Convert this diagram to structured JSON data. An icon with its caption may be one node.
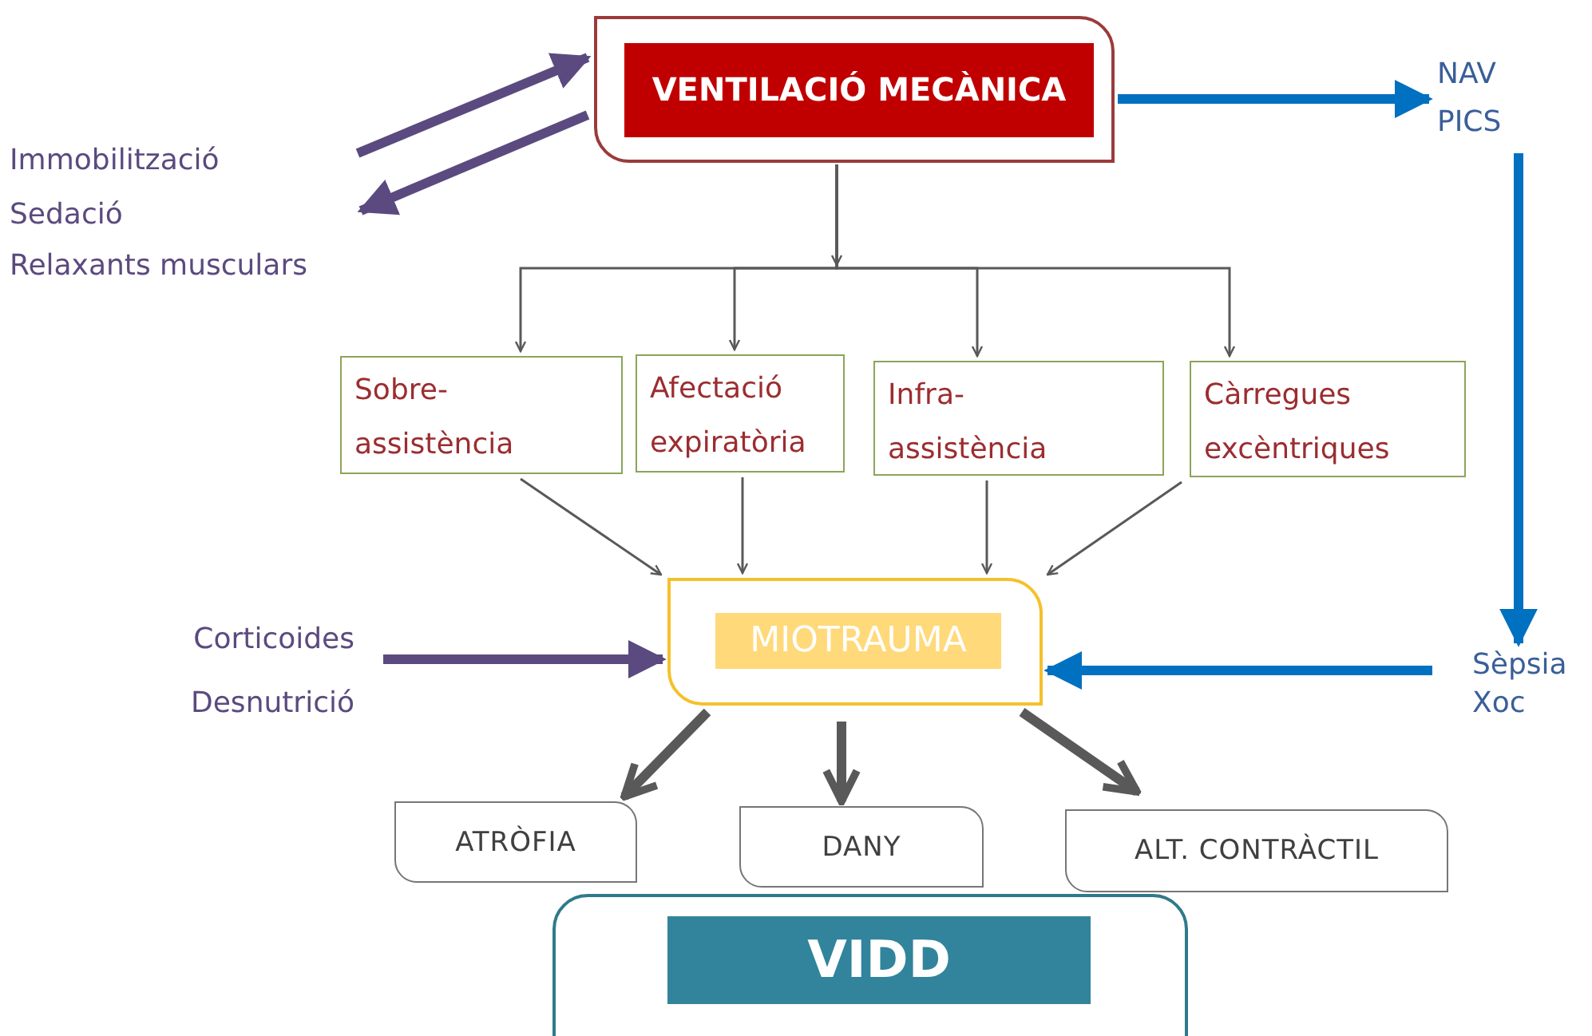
{
  "diagram": {
    "nodes": [
      {
        "text": [
          "VENTILACIÓ MECÀNICA"
        ]
      },
      {
        "text": [
          "Immobilització",
          "Sedació",
          "Relaxants musculars"
        ]
      },
      {
        "text": [
          "NAV",
          "PICS"
        ]
      },
      {
        "text": [
          "Sobre-assistència"
        ]
      },
      {
        "text": [
          "Afectació expiratòria"
        ]
      },
      {
        "text": [
          "Infra-assistència"
        ]
      },
      {
        "text": [
          "Càrregues excèntriques"
        ]
      },
      {
        "text": [
          "MIOTRAUMA"
        ]
      },
      {
        "text": [
          "Corticoides",
          "Desnutrició"
        ]
      },
      {
        "text": [
          "Sèpsia",
          "Xoc"
        ]
      },
      {
        "text": [
          "ATRÒFIA"
        ]
      },
      {
        "text": [
          "DANY"
        ]
      },
      {
        "text": [
          "ALT. CONTRÀCTIL"
        ]
      },
      {
        "text": [
          "VIDD"
        ]
      }
    ],
    "edges": [
      {
        "from": 1,
        "to": 0,
        "arrow": "to",
        "style": "thick",
        "color": "#5b4a7f"
      },
      {
        "from": 0,
        "to": 1,
        "arrow": "to",
        "style": "thick",
        "color": "#5b4a7f"
      },
      {
        "from": 0,
        "to": 2,
        "arrow": "to",
        "style": "thick",
        "color": "#0070c0"
      },
      {
        "from": 0,
        "to": 3,
        "arrow": "to"
      },
      {
        "from": 0,
        "to": 4,
        "arrow": "to"
      },
      {
        "from": 0,
        "to": 5,
        "arrow": "to"
      },
      {
        "from": 0,
        "to": 6,
        "arrow": "to"
      },
      {
        "from": 3,
        "to": 7,
        "arrow": "to"
      },
      {
        "from": 4,
        "to": 7,
        "arrow": "to"
      },
      {
        "from": 5,
        "to": 7,
        "arrow": "to"
      },
      {
        "from": 6,
        "to": 7,
        "arrow": "to"
      },
      {
        "from": 8,
        "to": 7,
        "arrow": "to",
        "style": "thick",
        "color": "#5b4a7f"
      },
      {
        "from": 2,
        "to": 9,
        "arrow": "to",
        "style": "thick",
        "color": "#0070c0"
      },
      {
        "from": 9,
        "to": 7,
        "arrow": "to",
        "style": "thick",
        "color": "#0070c0"
      },
      {
        "from": 7,
        "to": 10,
        "arrow": "to",
        "style": "thick"
      },
      {
        "from": 7,
        "to": 11,
        "arrow": "to",
        "style": "thick"
      },
      {
        "from": 7,
        "to": 12,
        "arrow": "to",
        "style": "thick"
      },
      {
        "from": 0,
        "to": null,
        "arrow": "to"
      }
    ]
  }
}
